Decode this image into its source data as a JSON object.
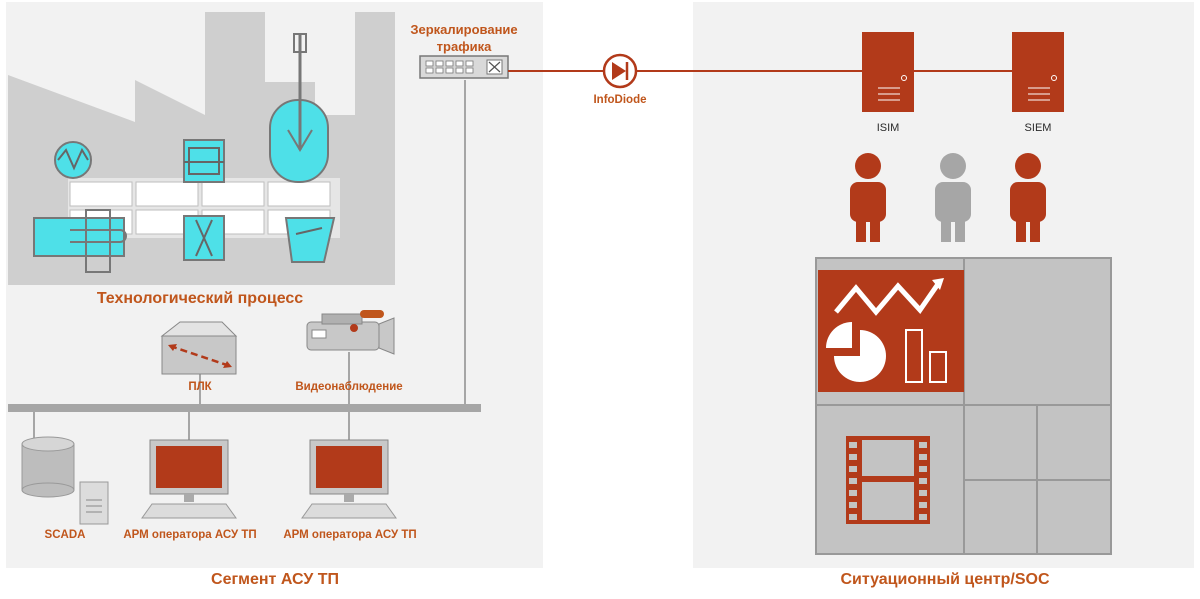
{
  "left_segment": {
    "process_label": "Технологический процесс",
    "plc_label": "ПЛК",
    "video_label": "Видеонаблюдение",
    "scada_label": "SCADA",
    "operator1_label": "АРМ оператора АСУ ТП",
    "operator2_label": "АРМ оператора АСУ ТП",
    "caption": "Сегмент АСУ ТП"
  },
  "mirror_label": "Зеркалирование\nтрафика",
  "diode_label": "InfoDiode",
  "right_segment": {
    "isim_label": "ISIM",
    "siem_label": "SIEM",
    "caption": "Ситуационный центр/SOC"
  },
  "colors": {
    "accent": "#c0561c",
    "brand_red": "#b23a1a",
    "cyan": "#4ee0e8",
    "gray": "#a6a6a6",
    "panel": "#f2f2f2"
  }
}
